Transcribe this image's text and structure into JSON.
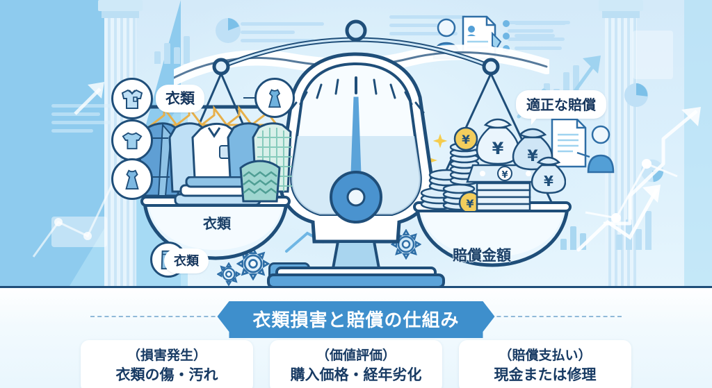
{
  "illustration": {
    "left_group_label": "衣類",
    "left_pan_label": "衣類",
    "left_lower_label": "衣類",
    "right_pan_label": "賠償金額",
    "right_callout": "適正な賠償",
    "icons": {
      "shirt": "shirt-icon",
      "tshirt": "tshirt-icon",
      "dress": "dress-icon",
      "pants": "pants-icon",
      "dress_small": "dress-icon",
      "gear": "gear-icon",
      "sparkle": "sparkle-icon",
      "money_bag": "money-bag-icon",
      "coin": "yen-coin-icon",
      "banknote": "yen-banknote-icon",
      "document": "document-icon",
      "person": "person-icon",
      "pencil": "pencil-icon",
      "pie_chart": "pie-chart-icon",
      "bar_chart": "bar-chart-icon",
      "trend_arrow": "trend-arrow-icon",
      "balance_scale": "balance-scale-icon",
      "gauge_needle": "gauge-needle-icon"
    },
    "currency_symbol": "¥"
  },
  "footer": {
    "banner_title": "衣類損害と賠償の仕組み",
    "cards": [
      {
        "heading": "（損害発生）",
        "detail": "衣類の傷・汚れ"
      },
      {
        "heading": "（価値評価）",
        "detail": "購入価格・経年劣化"
      },
      {
        "heading": "（賠償支払い）",
        "detail": "現金または修理"
      }
    ]
  },
  "colors": {
    "accent": "#3e8fcc",
    "ink": "#1f4e79",
    "text": "#173a63",
    "bg": "#d7ecfa",
    "panel": "#ffffff",
    "gold": "#f2c84b"
  }
}
